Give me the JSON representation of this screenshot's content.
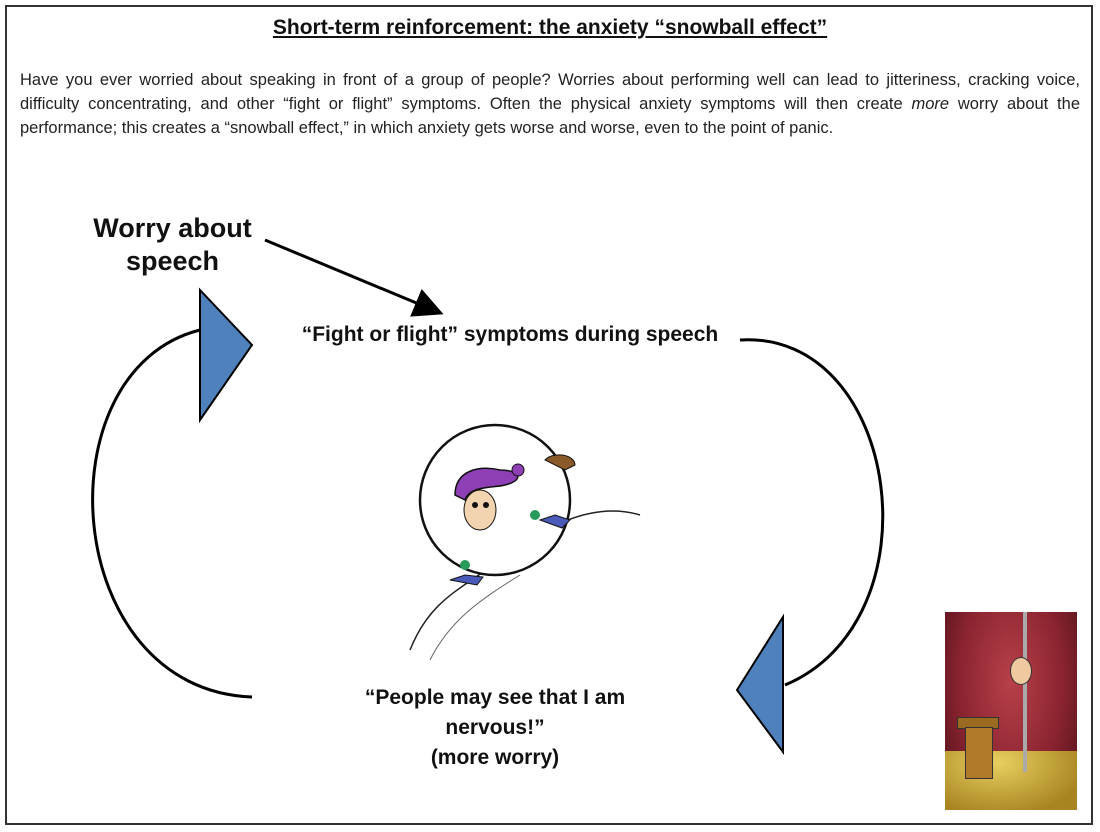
{
  "title": "Short-term reinforcement: the anxiety “snowball effect”",
  "intro": {
    "before_em": "Have you ever worried about speaking in front of a group of people? Worries about performing well can lead to jitteriness, cracking voice, difficulty concentrating, and other “fight or flight” symptoms. Often the physical anxiety symptoms will then create ",
    "em": "more",
    "after_em": " worry about the performance; this creates a “snowball effect,” in which anxiety gets worse and worse, even to the point of panic."
  },
  "cycle": {
    "worry_line1": "Worry about",
    "worry_line2": "speech",
    "symptoms": "“Fight or flight” symptoms during speech",
    "people_line1": "“People may see that I am",
    "people_line2": "nervous!”",
    "people_line3": "(more worry)"
  },
  "colors": {
    "triangle": "#4f81bd",
    "triangle_stroke": "#000000"
  }
}
